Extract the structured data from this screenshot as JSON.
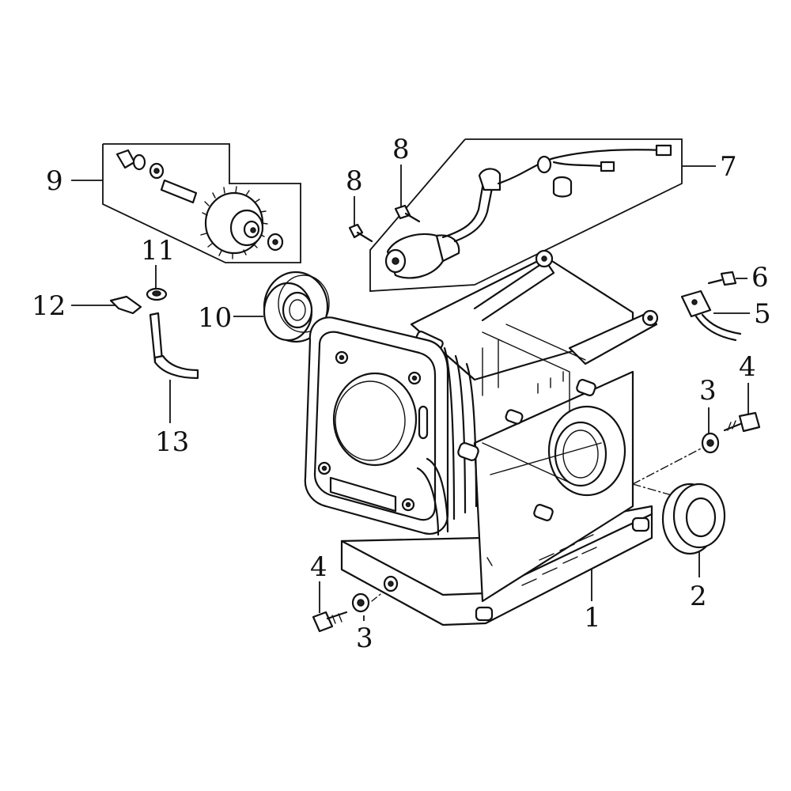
{
  "diagram": {
    "callouts": [
      {
        "id": "c9",
        "text": "9"
      },
      {
        "id": "c8a",
        "text": "8"
      },
      {
        "id": "c8b",
        "text": "8"
      },
      {
        "id": "c7",
        "text": "7"
      },
      {
        "id": "c11",
        "text": "11"
      },
      {
        "id": "c12",
        "text": "12"
      },
      {
        "id": "c10",
        "text": "10"
      },
      {
        "id": "c13",
        "text": "13"
      },
      {
        "id": "c6",
        "text": "6"
      },
      {
        "id": "c5",
        "text": "5"
      },
      {
        "id": "c4a",
        "text": "4"
      },
      {
        "id": "c3a",
        "text": "3"
      },
      {
        "id": "c2",
        "text": "2"
      },
      {
        "id": "c1",
        "text": "1"
      },
      {
        "id": "c4b",
        "text": "4"
      },
      {
        "id": "c3b",
        "text": "3"
      }
    ],
    "colors": {
      "line": "#111111",
      "background": "#ffffff"
    }
  }
}
